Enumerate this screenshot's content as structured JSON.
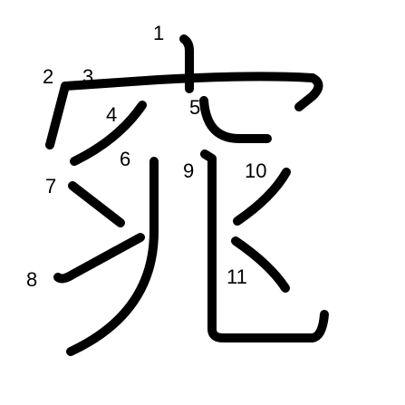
{
  "colors": {
    "stroke": "#000000",
    "number": "#000000",
    "background": "#ffffff"
  },
  "stroke_numbers": [
    "1",
    "2",
    "3",
    "4",
    "5",
    "6",
    "7",
    "8",
    "9",
    "10",
    "11"
  ]
}
